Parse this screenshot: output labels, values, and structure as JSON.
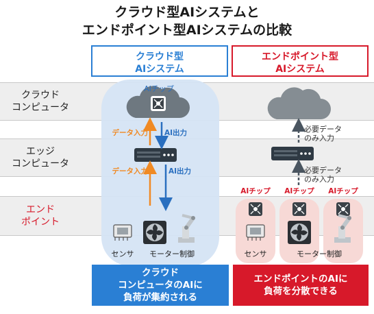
{
  "title": {
    "line1": "クラウド型AIシステムと",
    "line2": "エンドポイント型AIシステムの比較"
  },
  "columns": {
    "cloud": {
      "line1": "クラウド型",
      "line2": "AIシステム",
      "color": "#2a7fd4"
    },
    "endpoint": {
      "line1": "エンドポイント型",
      "line2": "AIシステム",
      "color": "#d7192a"
    }
  },
  "rows": {
    "cloud_computer": {
      "line1": "クラウド",
      "line2": "コンピュータ"
    },
    "edge_computer": {
      "line1": "エッジ",
      "line2": "コンピュータ"
    },
    "endpoint": {
      "line1": "エンド",
      "line2": "ポイント",
      "color": "#d7192a"
    }
  },
  "cloud_side": {
    "ai_chip": "AIチップ",
    "data_input_upper": "データ入力",
    "ai_output_upper": "AI出力",
    "data_input_lower": "データ入力",
    "ai_output_lower": "AI出力",
    "sensor": "センサ",
    "motor_control": "モーター制御"
  },
  "endpoint_side": {
    "required_data_upper": {
      "line1": "必要データ",
      "line2": "のみ入力"
    },
    "required_data_lower": {
      "line1": "必要データ",
      "line2": "のみ入力"
    },
    "ai_chip_1": "AIチップ",
    "ai_chip_2": "AIチップ",
    "ai_chip_3": "AIチップ",
    "sensor": "センサ",
    "motor_control": "モーター制御"
  },
  "conclusions": {
    "cloud": {
      "line1": "クラウド",
      "line2": "コンピュータのAIに",
      "line3": "負荷が集約される",
      "color": "#2a7fd4"
    },
    "endpoint": {
      "line1": "エンドポイントのAIに",
      "line2": "負荷を分散できる",
      "color": "#d7192a"
    }
  },
  "colors": {
    "orange_arrow": "#f08a24",
    "blue_arrow": "#2a6fbf",
    "dark_arrow": "#4a5560",
    "cloud_highlight": "#d5e4f4",
    "endpoint_highlight": "#f7d9d6"
  }
}
